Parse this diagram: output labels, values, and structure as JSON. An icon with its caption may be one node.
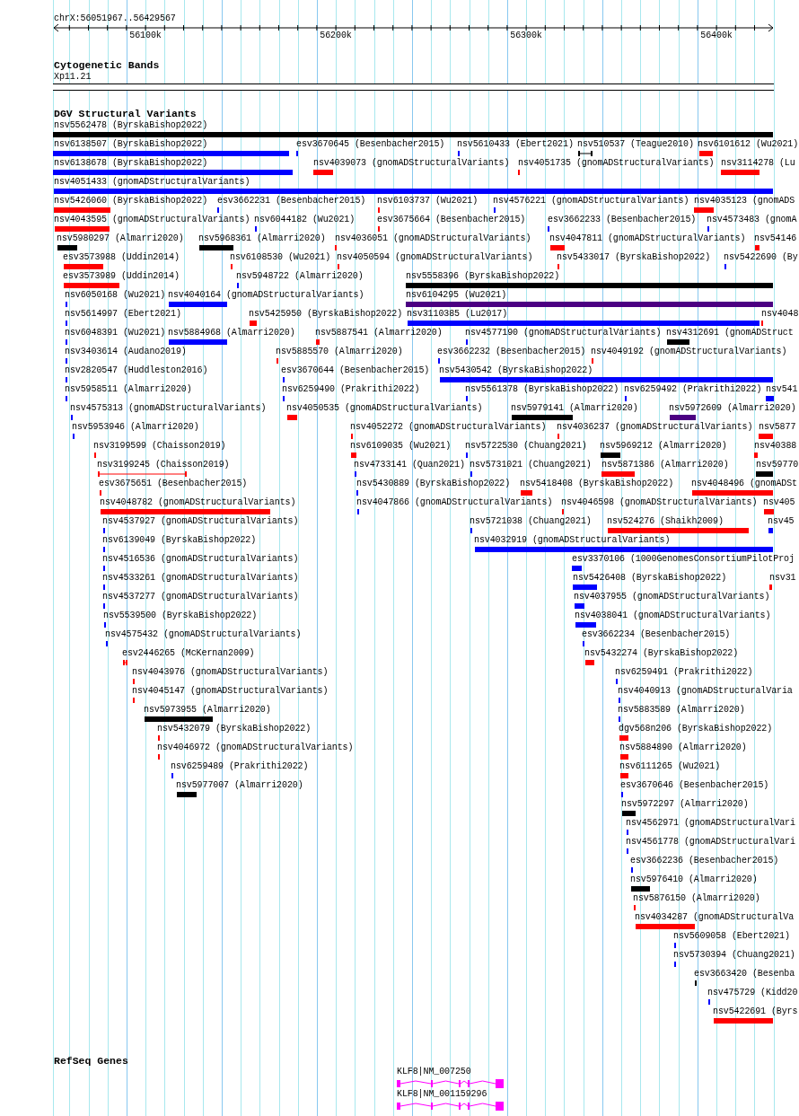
{
  "diagram": {
    "labels": [
      "chrX:56051967..56429567",
      "56100k",
      "56200k",
      "56300k",
      "56400k",
      "Cytogenetic Bands",
      "Xp11.21",
      "DGV Structural Variants",
      "nsv5562478 (ByrskaBishop2022)",
      "nsv6138507 (ByrskaBishop2022)",
      "esv3670645 (Besenbacher2015)",
      "nsv5610433 (Ebert2021)",
      "nsv510537 (Teague2010)",
      "nsv6101612 (Wu2021)",
      "nsv6138678 (ByrskaBishop2022)",
      "nsv4039073 (gnomADStructuralVariants)",
      "nsv4051735 (gnomADStructuralVariants)",
      "nsv3114278 (Lu",
      "nsv4051433 (gnomADStructuralVariants)",
      "nsv5426060 (ByrskaBishop2022)",
      "esv3662231 (Besenbacher2015)",
      "nsv6103737 (Wu2021)",
      "nsv4576221 (gnomADStructuralVariants)",
      "nsv4035123 (gnomADS",
      "nsv4043595 (gnomADStructuralVariants)",
      "nsv6044182 (Wu2021)",
      "esv3675664 (Besenbacher2015)",
      "esv3662233 (Besenbacher2015)",
      "nsv4573483 (gnomA",
      "nsv5980297 (Almarri2020)",
      "nsv5968361 (Almarri2020)",
      "nsv4036051 (gnomADStructuralVariants)",
      "nsv4047811 (gnomADStructuralVariants)",
      "nsv54146",
      "esv3573988 (Uddin2014)",
      "nsv6108530 (Wu2021)",
      "nsv4050594 (gnomADStructuralVariants)",
      "nsv5433017 (ByrskaBishop2022)",
      "nsv5422690 (By",
      "esv3573989 (Uddin2014)",
      "nsv5948722 (Almarri2020)",
      "nsv5558396 (ByrskaBishop2022)",
      "nsv6050168 (Wu2021)",
      "nsv4040164 (gnomADStructuralVariants)",
      "nsv6104295 (Wu2021)",
      "nsv5614997 (Ebert2021)",
      "nsv5425950 (ByrskaBishop2022)",
      "nsv3110385 (Lu2017)",
      "nsv4048",
      "nsv6048391 (Wu2021)",
      "nsv5884968 (Almarri2020)",
      "nsv5887541 (Almarri2020)",
      "nsv4577190 (gnomADStructuralVariants)",
      "nsv4312691 (gnomADStruct",
      "nsv3403614 (Audano2019)",
      "nsv5885570 (Almarri2020)",
      "esv3662232 (Besenbacher2015)",
      "nsv4049192 (gnomADStructuralVariants)",
      "nsv2820547 (Huddleston2016)",
      "esv3670644 (Besenbacher2015)",
      "nsv5430542 (ByrskaBishop2022)",
      "nsv5958511 (Almarri2020)",
      "nsv6259490 (Prakrithi2022)",
      "nsv5561378 (ByrskaBishop2022)",
      "nsv6259492 (Prakrithi2022)",
      "nsv541",
      "nsv4575313 (gnomADStructuralVariants)",
      "nsv4050535 (gnomADStructuralVariants)",
      "nsv5979141 (Almarri2020)",
      "nsv5972609 (Almarri2020)",
      "nsv5953946 (Almarri2020)",
      "nsv4052272 (gnomADStructuralVariants)",
      "nsv4036237 (gnomADStructuralVariants)",
      "nsv5877",
      "nsv3199599 (Chaisson2019)",
      "nsv6109035 (Wu2021)",
      "nsv5722530 (Chuang2021)",
      "nsv5969212 (Almarri2020)",
      "nsv40388",
      "nsv3199245 (Chaisson2019)",
      "nsv4733141 (Quan2021)",
      "nsv5731021 (Chuang2021)",
      "nsv5871386 (Almarri2020)",
      "nsv59770",
      "esv3675651 (Besenbacher2015)",
      "nsv5430889 (ByrskaBishop2022)",
      "nsv5418408 (ByrskaBishop2022)",
      "nsv4048496 (gnomADSt",
      "nsv4048782 (gnomADStructuralVariants)",
      "nsv4047866 (gnomADStructuralVariants)",
      "nsv4046598 (gnomADStructuralVariants)",
      "nsv405",
      "nsv4537927 (gnomADStructuralVariants)",
      "nsv5721038 (Chuang2021)",
      "nsv524276 (Shaikh2009)",
      "nsv45",
      "nsv6139049 (ByrskaBishop2022)",
      "nsv4032919 (gnomADStructuralVariants)",
      "nsv4516536 (gnomADStructuralVariants)",
      "esv3370106 (1000GenomesConsortiumPilotProj",
      "nsv4533261 (gnomADStructuralVariants)",
      "nsv5426408 (ByrskaBishop2022)",
      "nsv31",
      "nsv4537277 (gnomADStructuralVariants)",
      "nsv4037955 (gnomADStructuralVariants)",
      "nsv5539500 (ByrskaBishop2022)",
      "nsv4038041 (gnomADStructuralVariants)",
      "nsv4575432 (gnomADStructuralVariants)",
      "esv3662234 (Besenbacher2015)",
      "esv2446265 (McKernan2009)",
      "nsv5432274 (ByrskaBishop2022)",
      "nsv4043976 (gnomADStructuralVariants)",
      "nsv6259491 (Prakrithi2022)",
      "nsv4045147 (gnomADStructuralVariants)",
      "nsv4040913 (gnomADStructuralVaria",
      "nsv5973955 (Almarri2020)",
      "nsv5883589 (Almarri2020)",
      "nsv5432079 (ByrskaBishop2022)",
      "dgv568n206 (ByrskaBishop2022)",
      "nsv4046972 (gnomADStructuralVariants)",
      "nsv5884890 (Almarri2020)",
      "nsv6259489 (Prakrithi2022)",
      "nsv6111265 (Wu2021)",
      "nsv5977007 (Almarri2020)",
      "esv3670646 (Besenbacher2015)",
      "nsv5972297 (Almarri2020)",
      "nsv4562971 (gnomADStructuralVari",
      "nsv4561778 (gnomADStructuralVari",
      "esv3662236 (Besenbacher2015)",
      "nsv5976410 (Almarri2020)",
      "nsv5876150 (Almarri2020)",
      "nsv4034287 (gnomADStructuralVa",
      "nsv5609058 (Ebert2021)",
      "nsv5730394 (Chuang2021)",
      "esv3663420 (Besenba",
      "nsv475729 (Kidd20",
      "nsv5422691 (Byrs",
      "RefSeq Genes",
      "KLF8|NM_007250",
      "KLF8|NM_001159296"
    ]
  }
}
